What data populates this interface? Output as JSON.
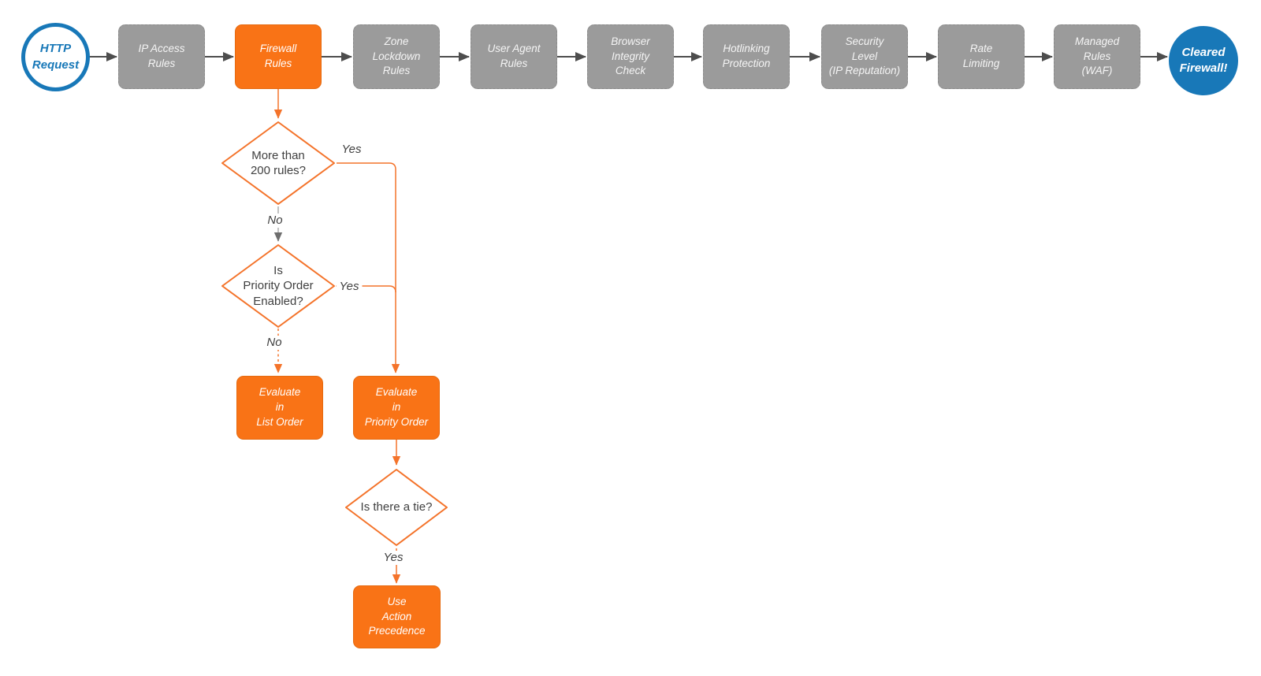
{
  "colors": {
    "background": "#FFFFFF",
    "orange": "#F97316",
    "gray_box": "#9B9B9B",
    "blue": "#1878B8",
    "arrow_dark": "#4D4D4D",
    "connector_orange": "#F4732A",
    "connector_gray": "#ADADAD",
    "text_dark": "#3F3F3F"
  },
  "pipeline": [
    {
      "id": "http-request",
      "shape": "circle",
      "label": "HTTP\nRequest"
    },
    {
      "id": "ip-access-rules",
      "shape": "box",
      "label": "IP Access\nRules"
    },
    {
      "id": "firewall-rules",
      "shape": "box",
      "label": "Firewall\nRules",
      "highlighted": true
    },
    {
      "id": "zone-lockdown-rules",
      "shape": "box",
      "label": "Zone\nLockdown\nRules"
    },
    {
      "id": "user-agent-rules",
      "shape": "box",
      "label": "User Agent\nRules"
    },
    {
      "id": "browser-integrity-check",
      "shape": "box",
      "label": "Browser\nIntegrity\nCheck"
    },
    {
      "id": "hotlinking-protection",
      "shape": "box",
      "label": "Hotlinking\nProtection"
    },
    {
      "id": "security-level",
      "shape": "box",
      "label": "Security\nLevel\n(IP Reputation)"
    },
    {
      "id": "rate-limiting",
      "shape": "box",
      "label": "Rate\nLimiting"
    },
    {
      "id": "managed-rules-waf",
      "shape": "box",
      "label": "Managed\nRules\n(WAF)"
    },
    {
      "id": "cleared-firewall",
      "shape": "circle",
      "label": "Cleared\nFirewall!"
    }
  ],
  "decision_tree": {
    "more_than_200_rules": {
      "label": "More than\n200 rules?",
      "yes_label": "Yes",
      "no_label": "No"
    },
    "priority_order_enabled": {
      "label": "Is\nPriority Order\nEnabled?",
      "yes_label": "Yes",
      "no_label": "No"
    },
    "evaluate_in_list_order": {
      "label": "Evaluate\nin\nList Order"
    },
    "evaluate_in_priority_order": {
      "label": "Evaluate\nin\nPriority Order"
    },
    "is_there_a_tie": {
      "label": "Is there a tie?",
      "yes_label": "Yes"
    },
    "use_action_precedence": {
      "label": "Use\nAction\nPrecedence"
    }
  }
}
